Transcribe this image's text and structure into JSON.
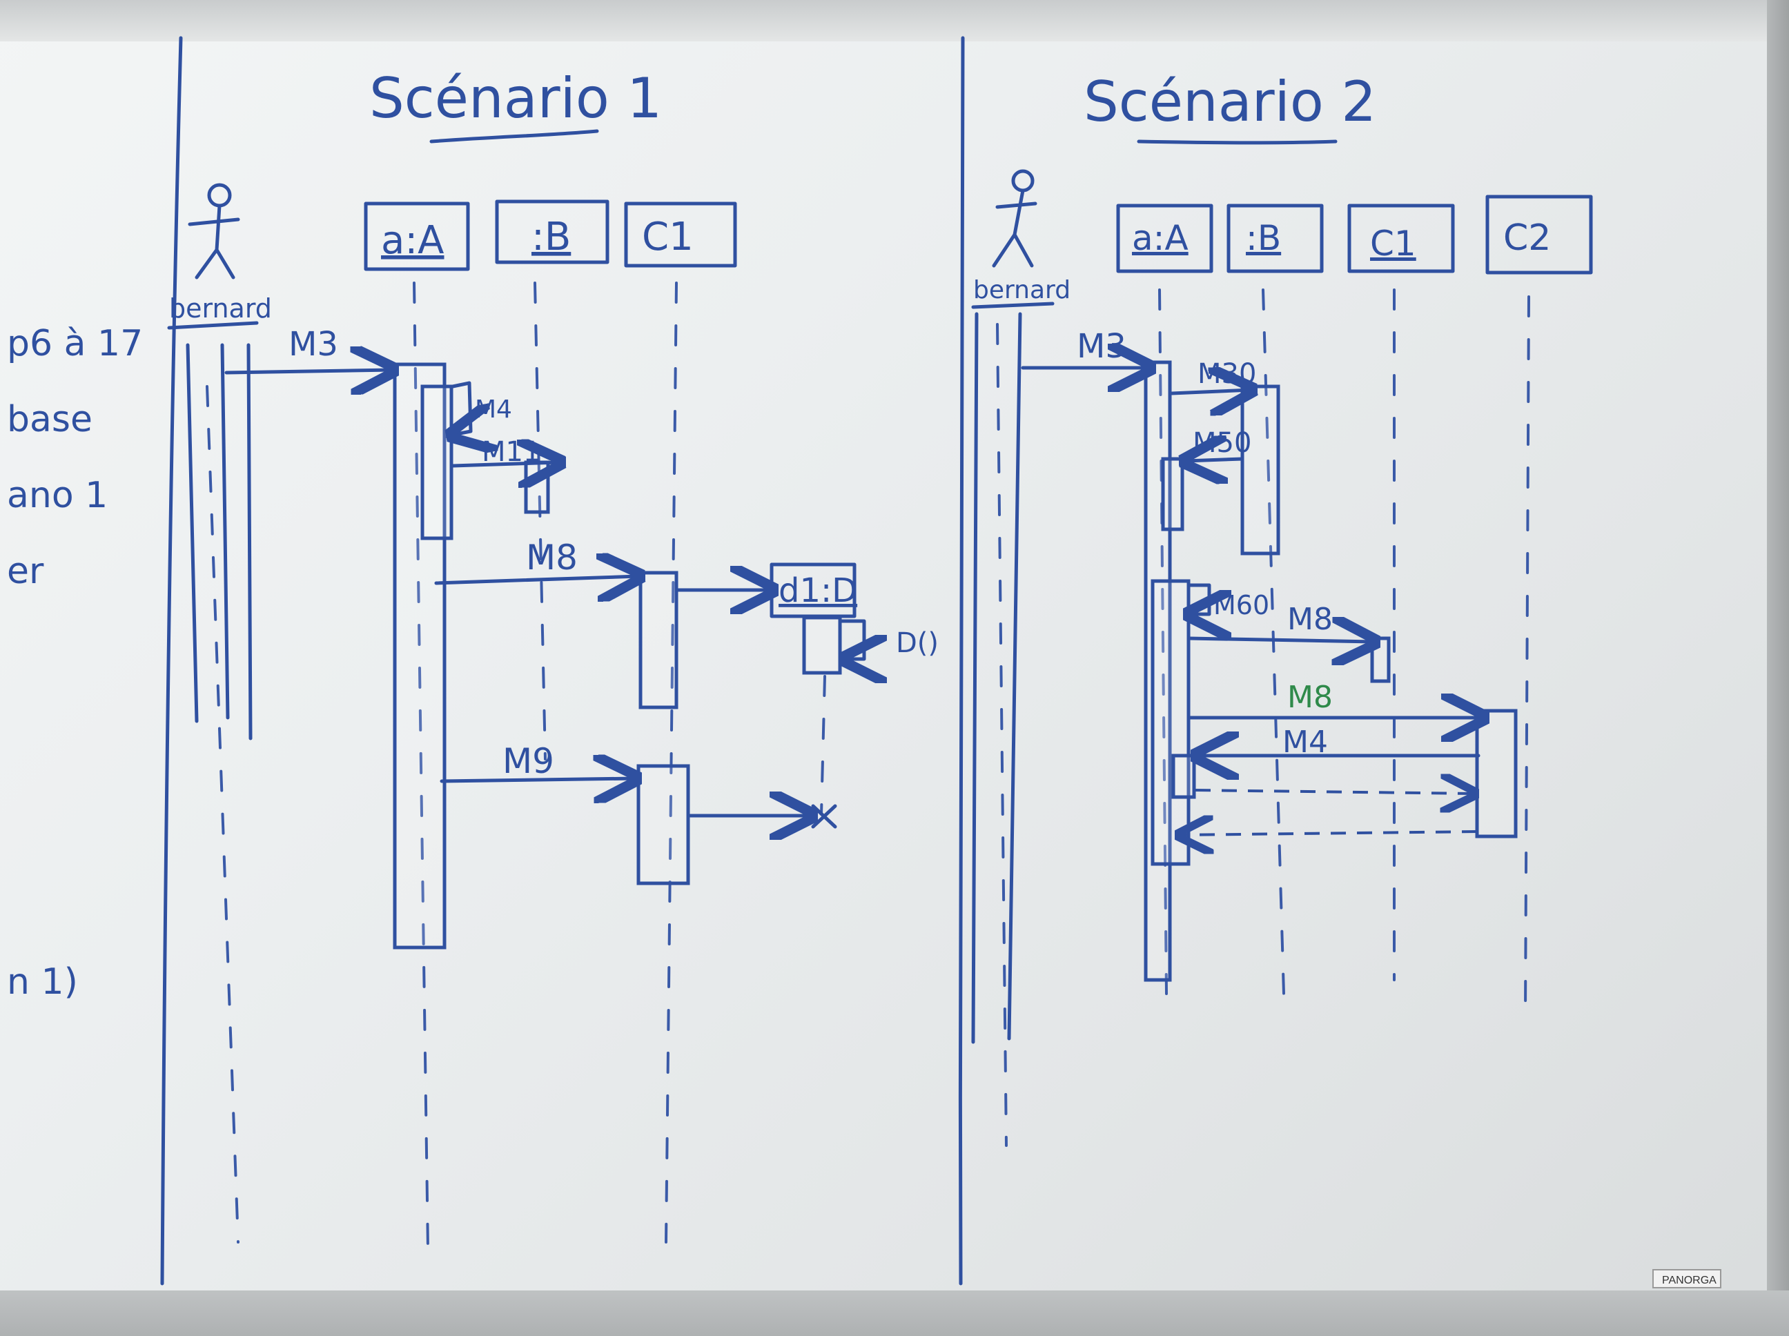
{
  "left_notes": [
    "p6 à 17",
    "base",
    "ano 1",
    "er",
    "n 1)"
  ],
  "scenario1": {
    "title": "Scénario 1",
    "actor": "bernard",
    "objects": [
      "a:A",
      ":B",
      "C1",
      "d1:D"
    ],
    "messages": [
      "M3",
      "M4",
      "M11",
      "M8",
      "M9"
    ],
    "notes": [
      "D()"
    ]
  },
  "scenario2": {
    "title": "Scénario 2",
    "actor": "bernard",
    "objects": [
      "a:A",
      ":B",
      "C1",
      "C2"
    ],
    "messages": [
      "M3",
      "M30",
      "M50",
      "M60",
      "M8",
      "M8",
      "M4"
    ]
  },
  "board_brand": "PANORGA",
  "colors": {
    "ink": "#2f50a0",
    "green_ink": "#2f8a4a"
  }
}
